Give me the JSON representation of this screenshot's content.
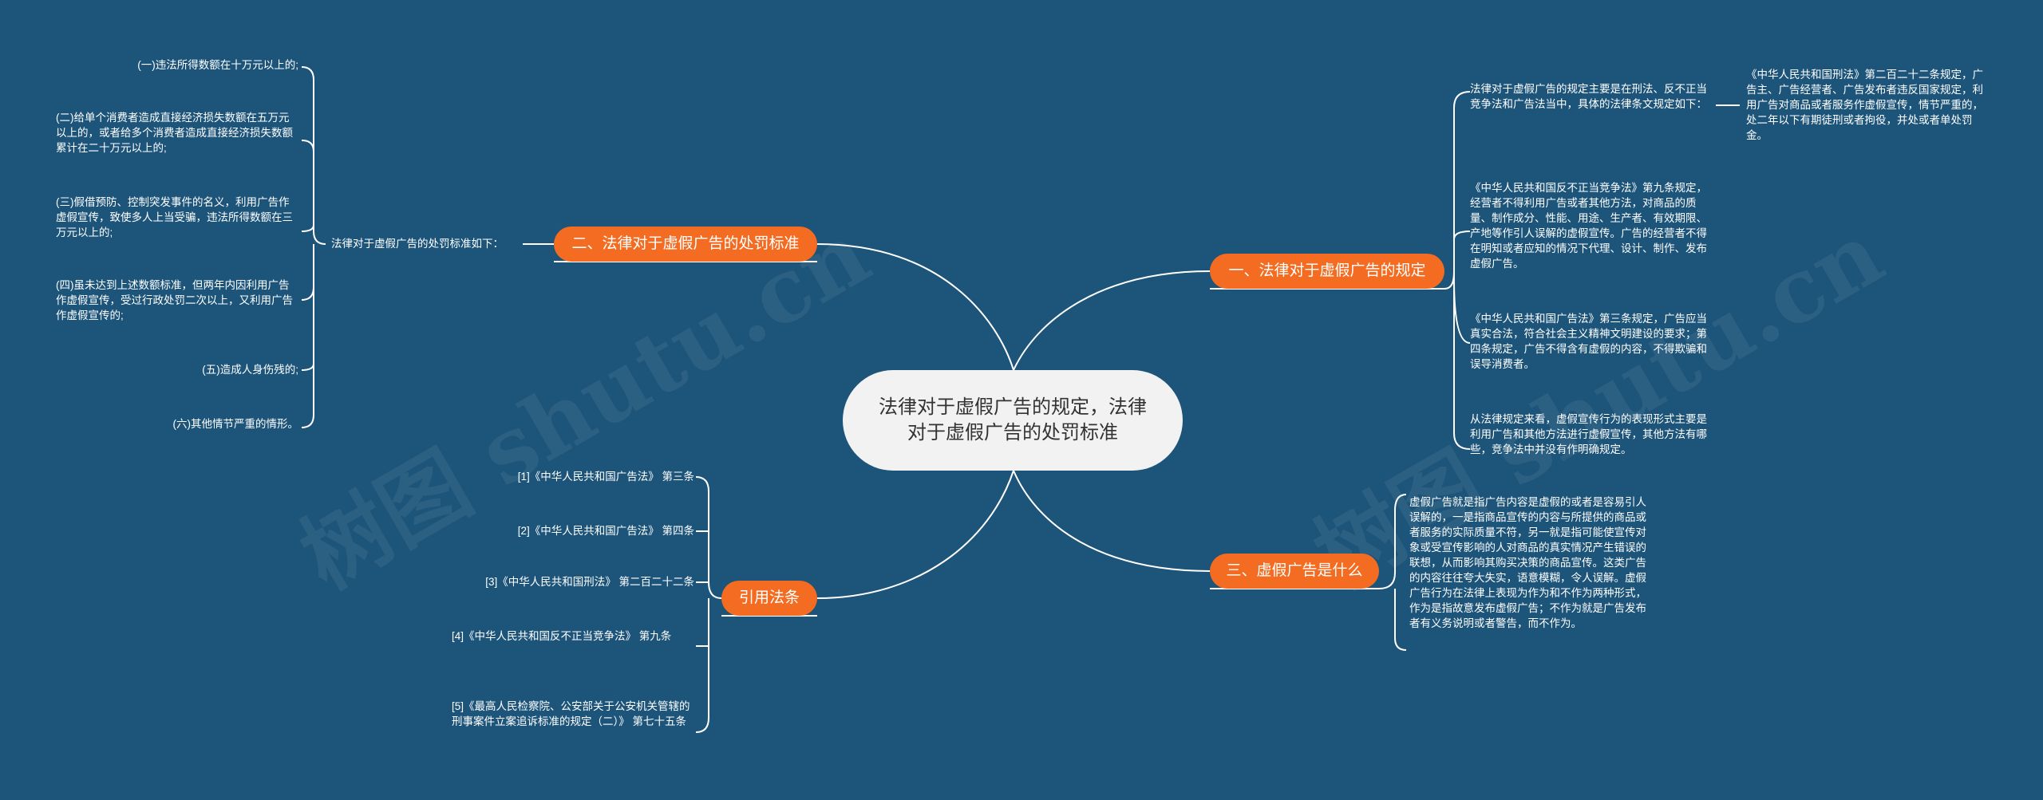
{
  "root": "法律对于虚假广告的规定，法律对于虚假广告的处罚标准",
  "watermark": "树图 shutu.cn",
  "branches": {
    "b1": "一、法律对于虚假广告的规定",
    "b2": "二、法律对于虚假广告的处罚标准",
    "b3": "三、虚假广告是什么",
    "b4": "引用法条"
  },
  "b1_items": {
    "law_intro": "法律对于虚假广告的规定主要是在刑法、反不正当竞争法和广告法当中，具体的法律条文规定如下：",
    "criminal_law": "《中华人民共和国刑法》第二百二十二条规定，广告主、广告经营者、广告发布者违反国家规定，利用广告对商品或者服务作虚假宣传，情节严重的，处二年以下有期徒刑或者拘役，并处或者单处罚金。",
    "anti_unfair": "《中华人民共和国反不正当竞争法》第九条规定，经营者不得利用广告或者其他方法，对商品的质量、制作成分、性能、用途、生产者、有效期限、产地等作引人误解的虚假宣传。广告的经营者不得在明知或者应知的情况下代理、设计、制作、发布虚假广告。",
    "ad_law": "《中华人民共和国广告法》第三条规定，广告应当真实合法，符合社会主义精神文明建设的要求；第四条规定，广告不得含有虚假的内容，不得欺骗和误导消费者。",
    "summary": "从法律规定来看，虚假宣传行为的表现形式主要是利用广告和其他方法进行虚假宣传，其他方法有哪些，竞争法中并没有作明确规定。"
  },
  "b2_items": {
    "standard_label": "法律对于虚假广告的处罚标准如下：",
    "list": [
      "(一)违法所得数额在十万元以上的;",
      "(二)给单个消费者造成直接经济损失数额在五万元以上的，或者给多个消费者造成直接经济损失数额累计在二十万元以上的;",
      "(三)假借预防、控制突发事件的名义，利用广告作虚假宣传，致使多人上当受骗，违法所得数额在三万元以上的;",
      "(四)虽未达到上述数额标准，但两年内因利用广告作虚假宣传，受过行政处罚二次以上，又利用广告作虚假宣传的;",
      "(五)造成人身伤残的;",
      "(六)其他情节严重的情形。"
    ]
  },
  "b3_items": {
    "definition": "虚假广告就是指广告内容是虚假的或者是容易引人误解的，一是指商品宣传的内容与所提供的商品或者服务的实际质量不符，另一就是指可能使宣传对象或受宣传影响的人对商品的真实情况产生错误的联想，从而影响其购买决策的商品宣传。这类广告的内容往往夸大失实，语意模糊，令人误解。虚假广告行为在法律上表现为作为和不作为两种形式，作为是指故意发布虚假广告；不作为就是广告发布者有义务说明或者警告，而不作为。"
  },
  "b4_items": [
    "[1]《中华人民共和国广告法》 第三条",
    "[2]《中华人民共和国广告法》 第四条",
    "[3]《中华人民共和国刑法》 第二百二十二条",
    "[4]《中华人民共和国反不正当竞争法》 第九条",
    "[5]《最高人民检察院、公安部关于公安机关管辖的刑事案件立案追诉标准的规定（二）》 第七十五条"
  ],
  "colors": {
    "background": "#1d5479",
    "branch": "#f36c21",
    "root_fill": "#f2f2f2",
    "line": "#ffffff"
  }
}
